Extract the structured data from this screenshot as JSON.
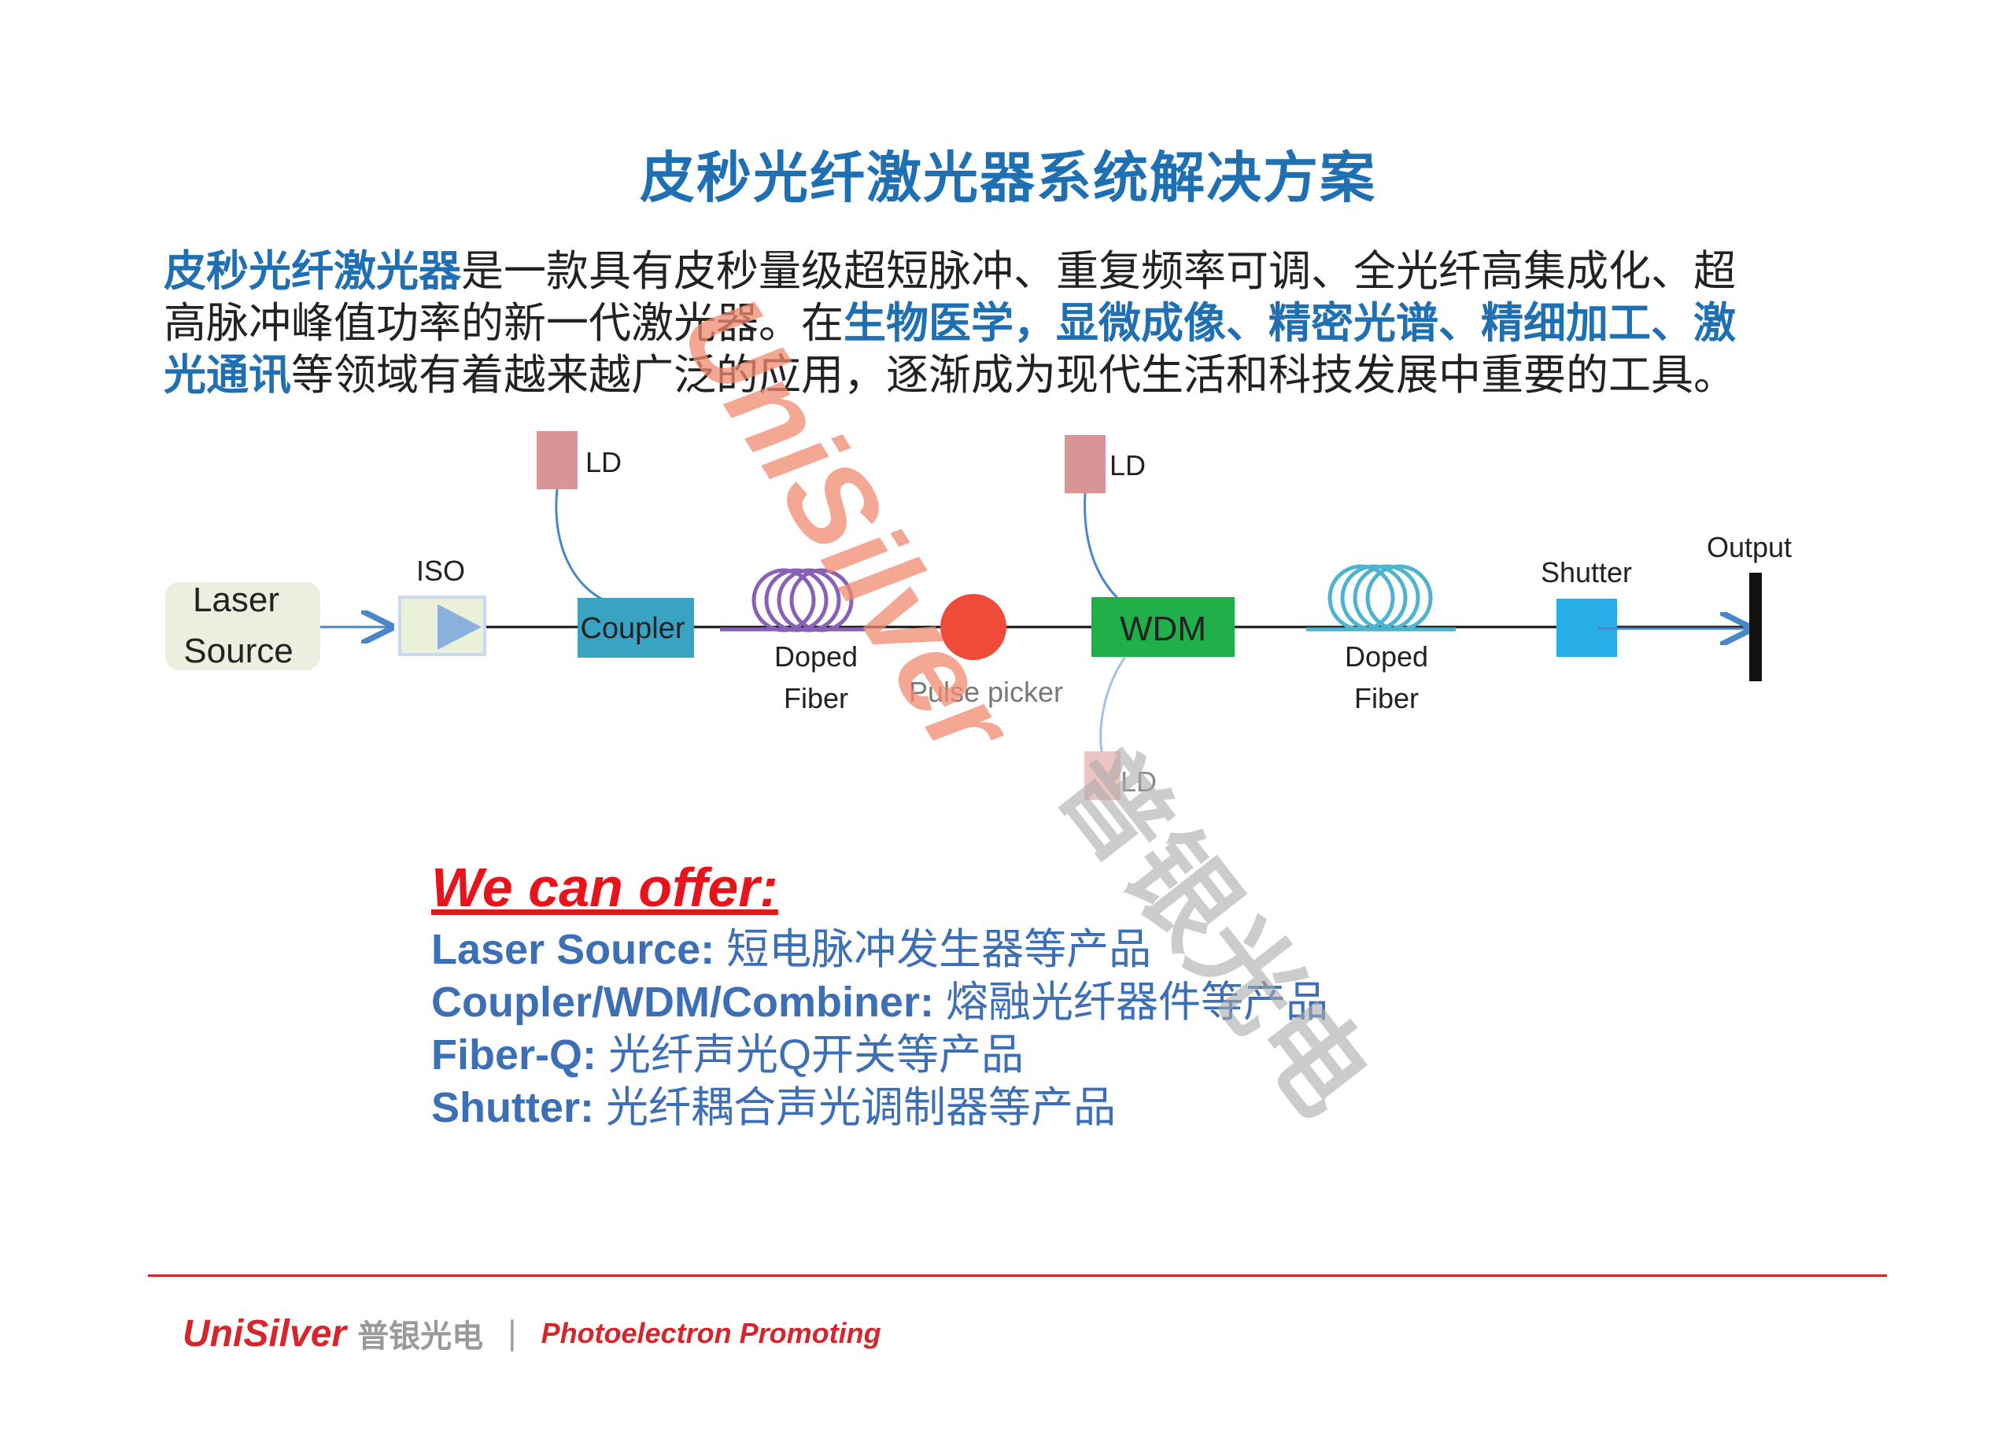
{
  "title": "皮秒光纤激光器系统解决方案",
  "intro": {
    "line1_hl": "皮秒光纤激光器",
    "line1_rest": "是一款具有皮秒量级超短脉冲、重复频率可调、全光纤高集成化、超",
    "line2_start": "高脉冲峰值功率的新一代激光器。在",
    "line2_hl": "生物医学，显微成像、精密光谱、精细加工、激",
    "line3_hl": "光通讯",
    "line3_rest": "等领域有着越来越广泛的应用，逐渐成为现代生活和科技发展中重要的工具。"
  },
  "diagram": {
    "laser_source_line1": "Laser",
    "laser_source_line2": "Source",
    "iso": "ISO",
    "ld1": "LD",
    "ld2": "LD",
    "ld3": "LD",
    "coupler": "Coupler",
    "doped_fiber1_line1": "Doped",
    "doped_fiber1_line2": "Fiber",
    "pulse_picker": "Pulse picker",
    "wdm": "WDM",
    "doped_fiber2_line1": "Doped",
    "doped_fiber2_line2": "Fiber",
    "shutter": "Shutter",
    "output": "Output",
    "colors": {
      "ld": "#d99595",
      "coupler": "#3aa3c2",
      "wdm": "#1fb04a",
      "shutter": "#27aee6",
      "pulse_picker": "#f04a3a",
      "fiber1": "#8a5fb8",
      "fiber2": "#4db3cf",
      "arrow": "#4a86c8"
    }
  },
  "offer": {
    "heading": "We can offer:",
    "items": [
      {
        "key": "Laser Source:",
        "value": " 短电脉冲发生器等产品"
      },
      {
        "key": "Coupler/WDM/Combiner:",
        "value": " 熔融光纤器件等产品"
      },
      {
        "key": "Fiber-Q:",
        "value": " 光纤声光Q开关等产品"
      },
      {
        "key": "Shutter:",
        "value": " 光纤耦合声光调制器等产品"
      }
    ]
  },
  "footer": {
    "brand": "UniSilver",
    "brand_cn": "普银光电",
    "separator": "|",
    "slogan": "Photoelectron Promoting"
  },
  "watermark": {
    "text_en": "UniSilver",
    "text_cn": "普银光电"
  }
}
